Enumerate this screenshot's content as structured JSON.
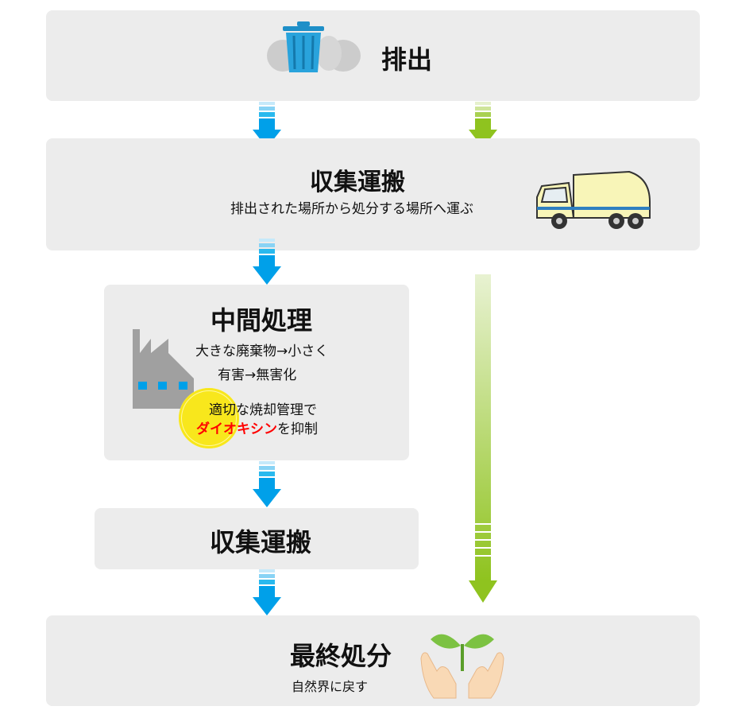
{
  "colors": {
    "blue": "#00a0e9",
    "green": "#8fc31f",
    "box": "#ececec",
    "red": "#ff0000",
    "yellow": "#f8e71c"
  },
  "steps": {
    "discharge": {
      "title": "排出"
    },
    "collection1": {
      "title": "収集運搬",
      "desc": "排出された場所から処分する場所へ運ぶ"
    },
    "intermediate": {
      "title": "中間処理",
      "line1": "大きな廃棄物→小さく",
      "line2": "有害→無害化",
      "line3": "適切な焼却管理で",
      "dioxin": "ダイオキシン",
      "line4_suffix": "を抑制"
    },
    "collection2": {
      "title": "収集運搬"
    },
    "final": {
      "title": "最終処分",
      "desc": "自然界に戻す"
    }
  }
}
